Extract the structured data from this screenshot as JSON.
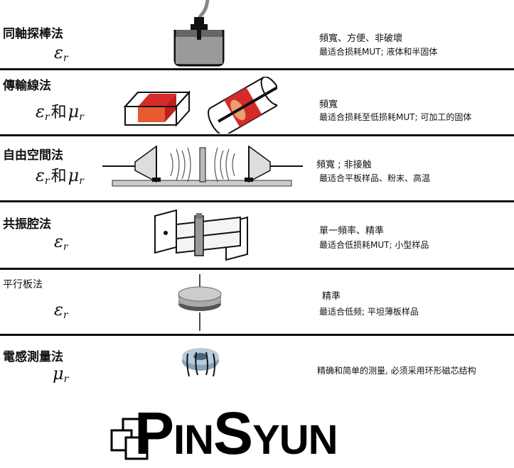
{
  "methods": [
    {
      "name": "同軸探棒法",
      "sym_main": "ε",
      "sym_sub": "r",
      "sym_he": "",
      "sym_main2": "",
      "sym_sub2": "",
      "desc1": "頻寬、方便、非破壞",
      "desc2": "最适合损耗MUT; 液体和半固体",
      "icon": "coaxial-probe-icon"
    },
    {
      "name": "傳輸線法",
      "sym_main": "ε",
      "sym_sub": "r",
      "sym_he": "和",
      "sym_main2": "μ",
      "sym_sub2": "r",
      "desc1": "頻寬",
      "desc2": "最适合损耗至低损耗MUT; 可加工的固体",
      "icon": "transmission-line-icon"
    },
    {
      "name": "自由空間法",
      "sym_main": "ε",
      "sym_sub": "r",
      "sym_he": "和",
      "sym_main2": "μ",
      "sym_sub2": "r",
      "desc1": "頻寬 ; 非接触",
      "desc2": "最适合平板样品、粉末、高温",
      "icon": "free-space-icon"
    },
    {
      "name": "共振腔法",
      "sym_main": "ε",
      "sym_sub": "r",
      "sym_he": "",
      "sym_main2": "",
      "sym_sub2": "",
      "desc1": "單一頻率、精準",
      "desc2": "最适合低损耗MUT; 小型样品",
      "icon": "resonant-cavity-icon"
    },
    {
      "name": "平行板法",
      "sym_main": "ε",
      "sym_sub": "r",
      "sym_he": "",
      "sym_main2": "",
      "sym_sub2": "",
      "desc1": "精準",
      "desc2": "最适合低频; 平坦薄板样品",
      "icon": "parallel-plate-icon"
    },
    {
      "name": "電感測量法",
      "sym_main": "",
      "sym_sub": "",
      "sym_he": "",
      "sym_main2": "μ",
      "sym_sub2": "r",
      "desc1": "",
      "desc2": "精确和简单的测量, 必须采用环形磁芯结构",
      "icon": "toroid-core-icon"
    }
  ],
  "logo": {
    "p": "P",
    "in": "IN",
    "s": "S",
    "yun": "YUN"
  }
}
